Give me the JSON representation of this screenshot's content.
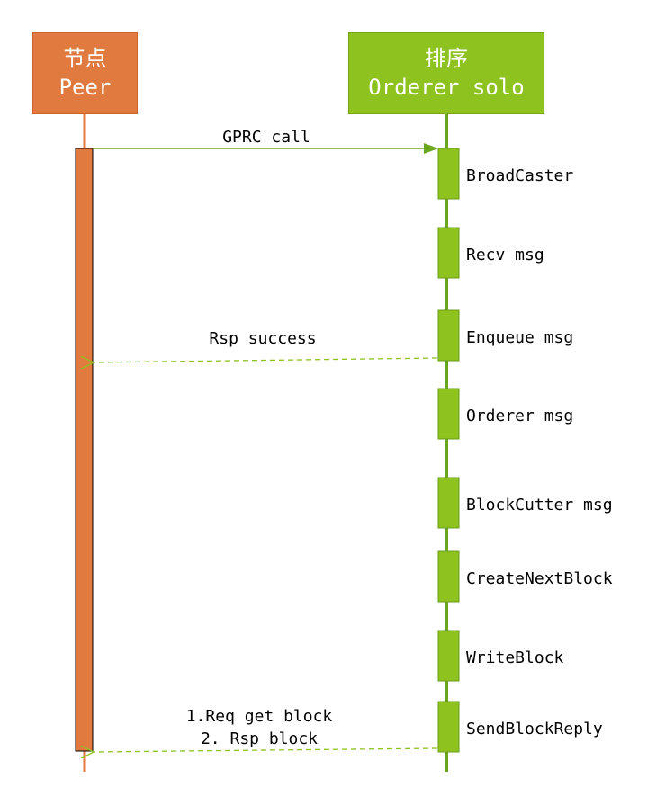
{
  "participants": {
    "peer": {
      "title_cn": "节点",
      "title_en": "Peer",
      "color": "#e07a3f"
    },
    "orderer": {
      "title_cn": "排序",
      "title_en": "Orderer solo",
      "color": "#8dc21f"
    }
  },
  "messages": [
    {
      "label": "GPRC call",
      "from": "peer",
      "to": "orderer",
      "style": "solid"
    },
    {
      "label": "Rsp success",
      "from": "orderer",
      "to": "peer",
      "style": "dashed"
    },
    {
      "label": "1.Req get block",
      "label2": "2. Rsp block",
      "from": "orderer",
      "to": "peer",
      "style": "dashed"
    }
  ],
  "orderer_steps": [
    "BroadCaster",
    "Recv msg",
    "Enqueue msg",
    "Orderer msg",
    "BlockCutter msg",
    "CreateNextBlock",
    "WriteBlock",
    "SendBlockReply"
  ]
}
